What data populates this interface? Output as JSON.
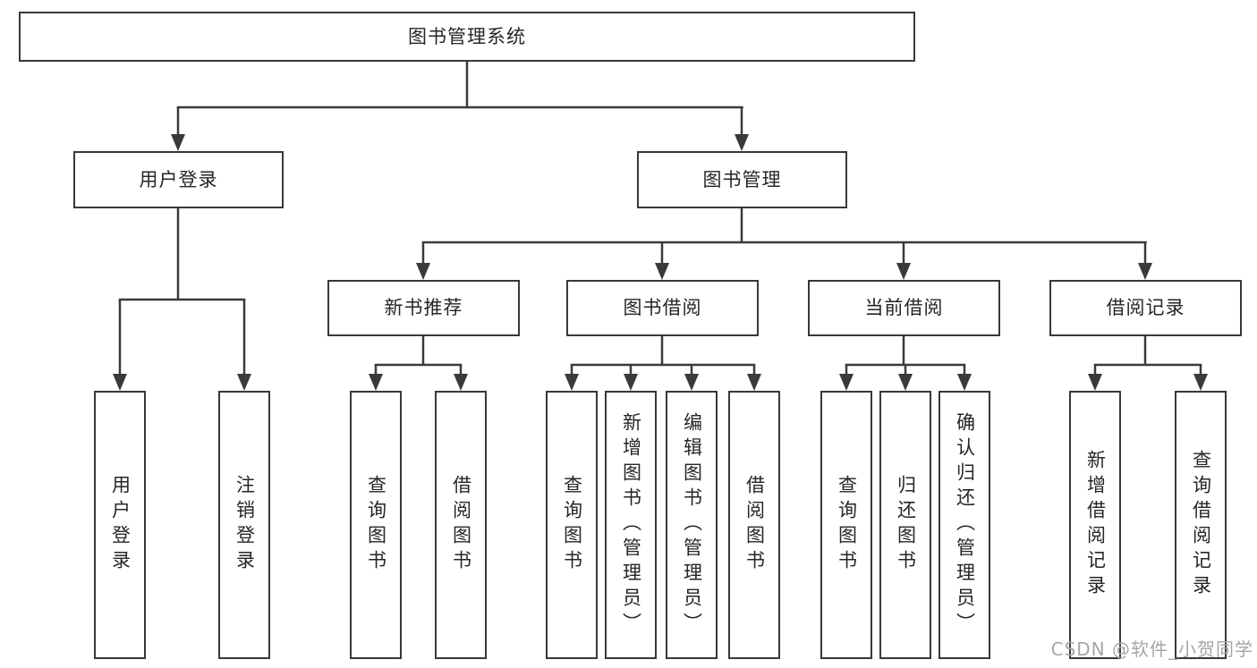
{
  "diagram": {
    "root": "图书管理系统",
    "user_login": {
      "label": "用户登录",
      "children": [
        "用户登录",
        "注销登录"
      ]
    },
    "book_mgmt": {
      "label": "图书管理",
      "sections": [
        {
          "label": "新书推荐",
          "children": [
            "查询图书",
            "借阅图书"
          ]
        },
        {
          "label": "图书借阅",
          "children": [
            "查询图书",
            "新增图书（管理员）",
            "编辑图书（管理员）",
            "借阅图书"
          ]
        },
        {
          "label": "当前借阅",
          "children": [
            "查询图书",
            "归还图书",
            "确认归还（管理员）"
          ]
        },
        {
          "label": "借阅记录",
          "children": [
            "新增借阅记录",
            "查询借阅记录"
          ]
        }
      ]
    }
  },
  "colors": {
    "line": "#3a3a3a",
    "border": "#383838",
    "text": "#262626",
    "watermark": "#a6a6a6"
  },
  "watermark": "CSDN @软件_小贺同学"
}
